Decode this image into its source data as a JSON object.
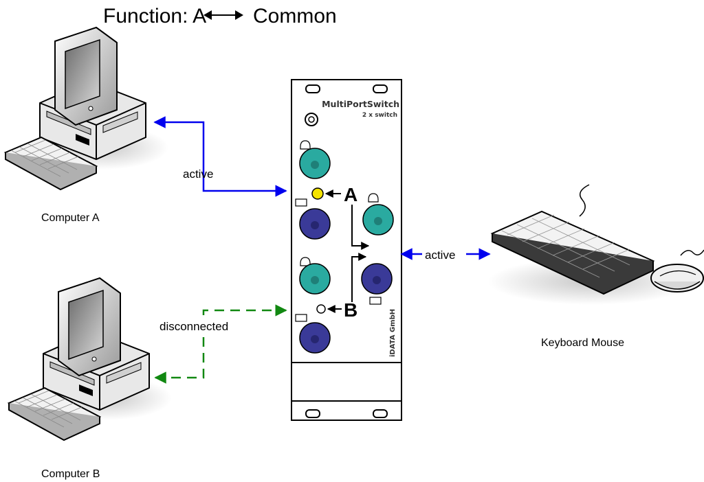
{
  "title": {
    "prefix": "Function: A",
    "suffix": "Common",
    "arrow_icon": "double-headed-arrow"
  },
  "computers": [
    {
      "label": "Computer A",
      "link_label": "active",
      "link_style": "solid",
      "link_color": "#0000ee"
    },
    {
      "label": "Computer B",
      "link_label": "disconnected",
      "link_style": "dashed",
      "link_color": "#118811"
    }
  ],
  "switch": {
    "brand": "MultiPortSwitch",
    "model": "2 x switch",
    "vendor": "iDATA GmbH",
    "port_a": "A",
    "port_b": "B",
    "port_a_led": "on",
    "port_b_led": "off"
  },
  "peripheral": {
    "label": "Keyboard Mouse",
    "link_label": "active",
    "link_color": "#0000ee"
  },
  "colors": {
    "ps2_mouse": "#2aaaa0",
    "ps2_keyboard": "#3a3a98",
    "led_on": "#f5e400",
    "active_link": "#0000ee",
    "disconnected_link": "#118811"
  }
}
